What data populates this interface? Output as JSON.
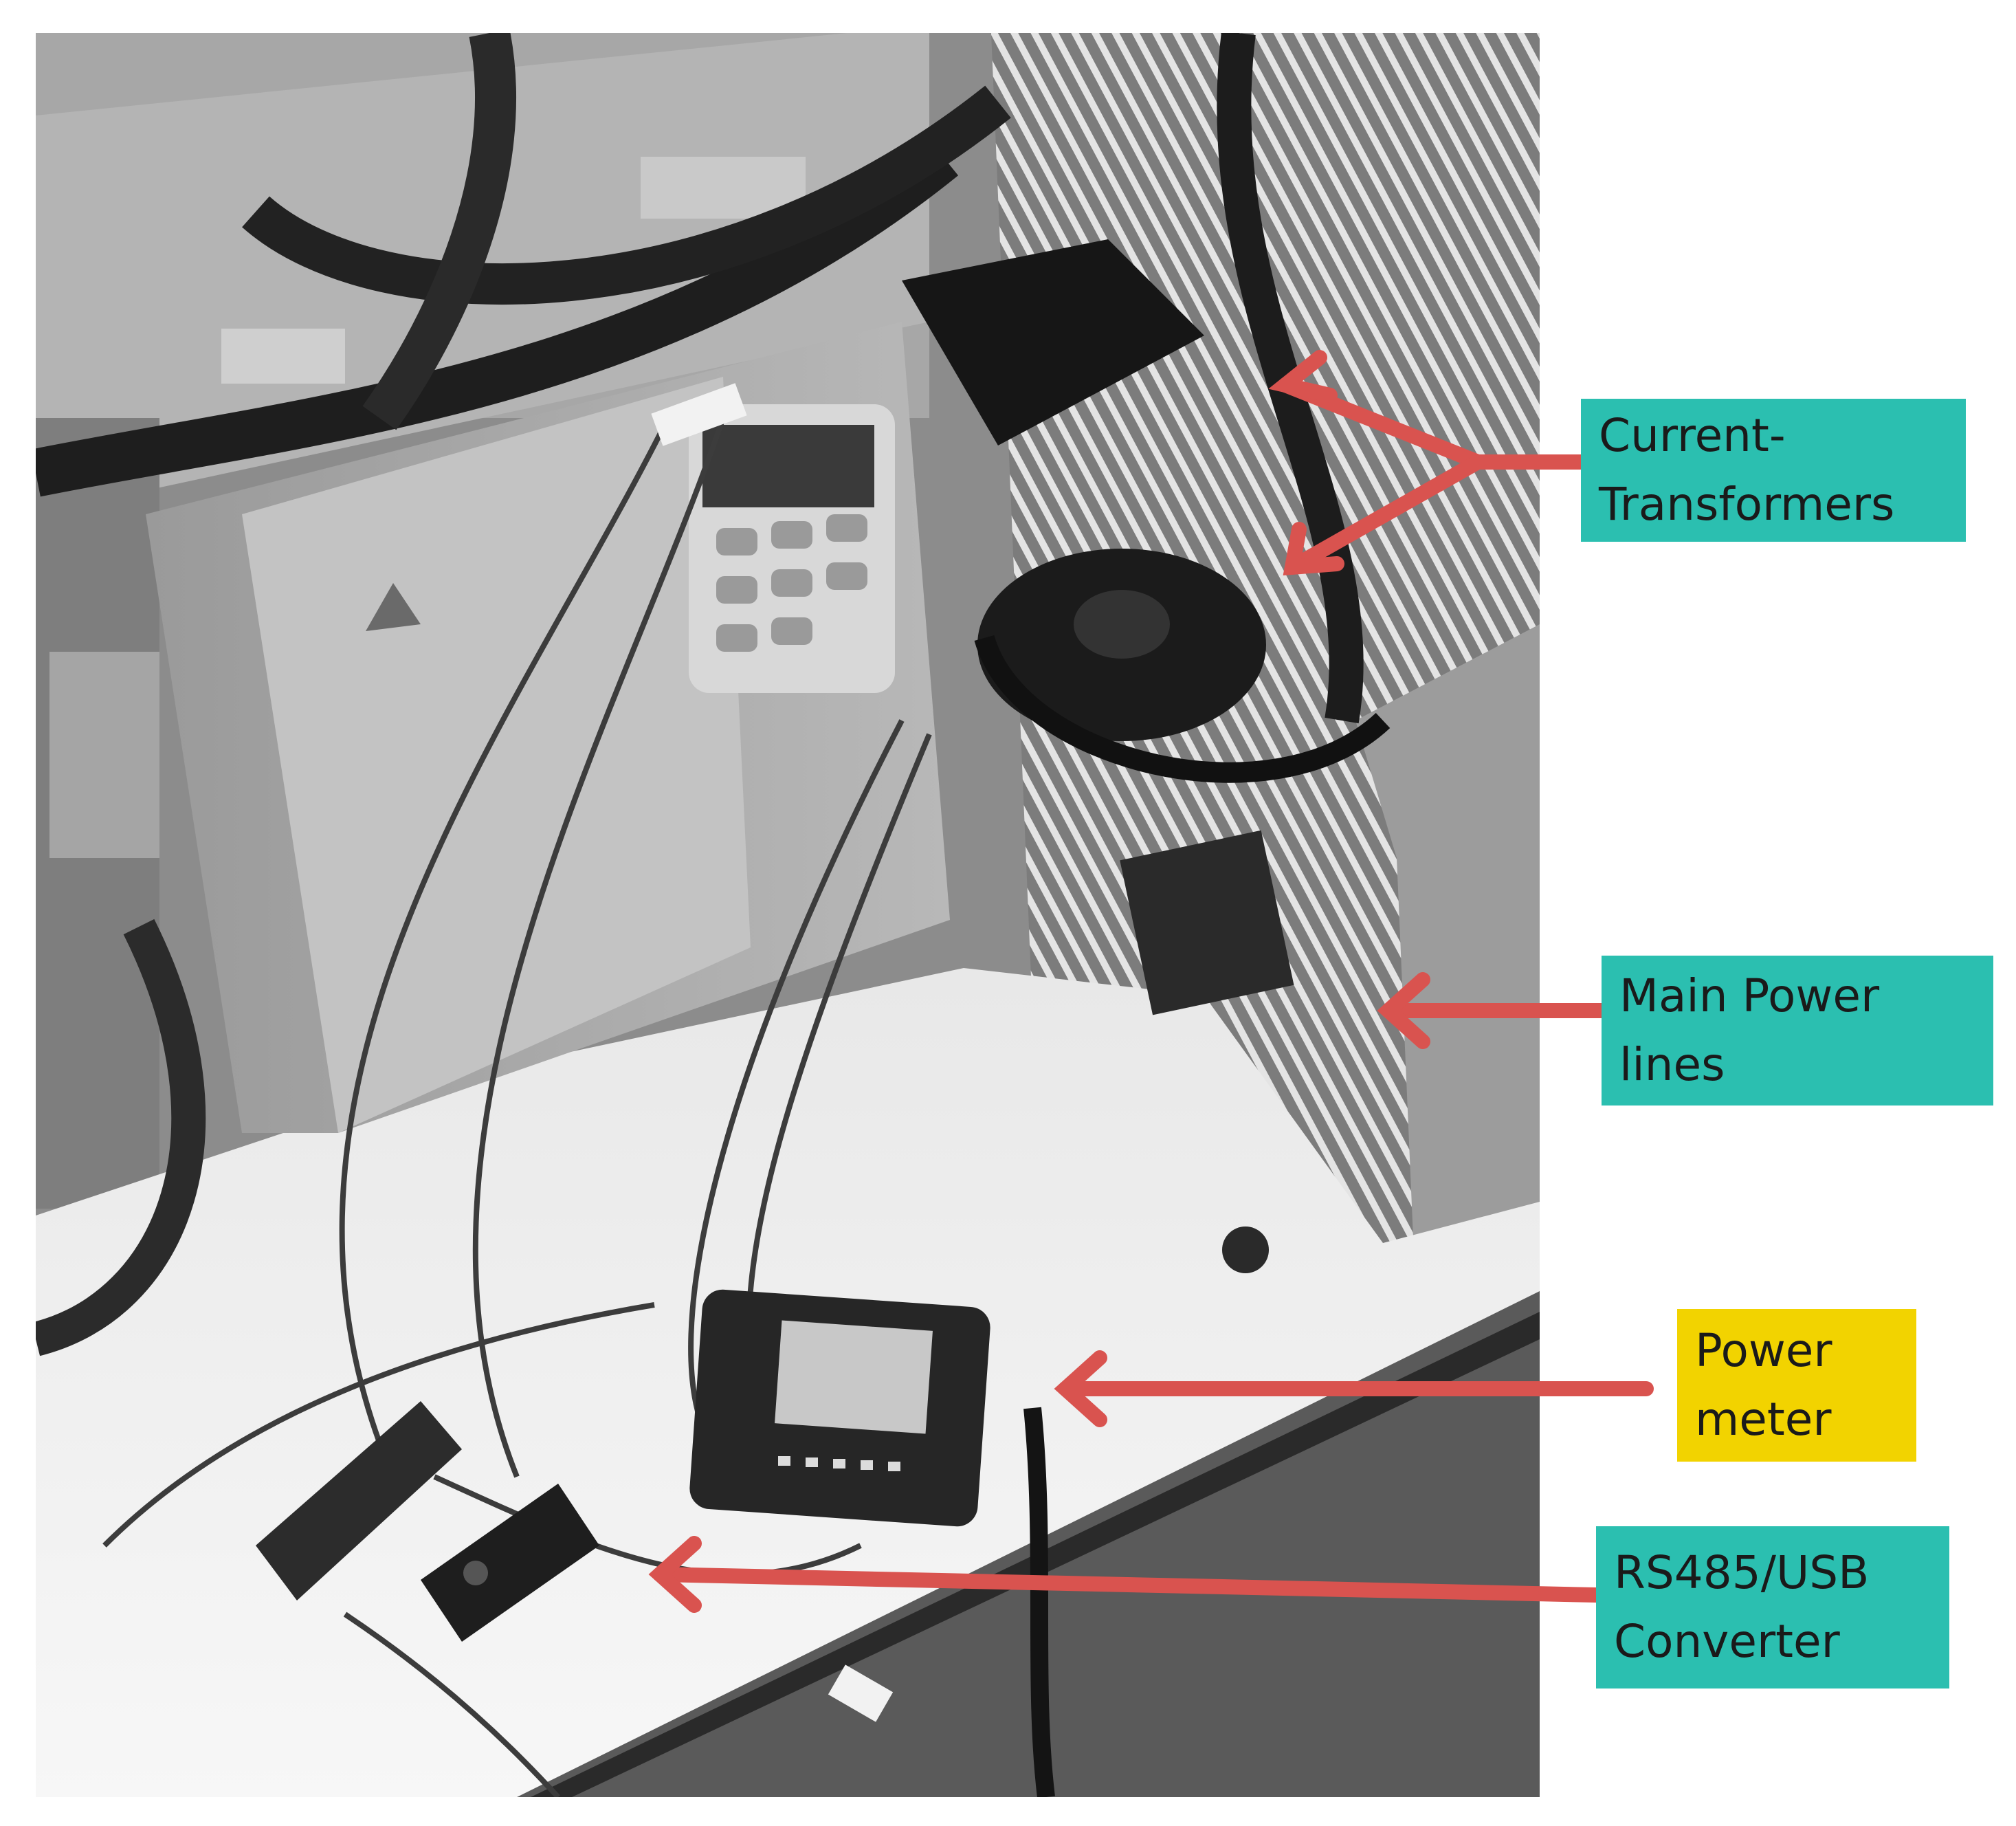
{
  "colors": {
    "label_teal": "#2bbfb0",
    "label_yellow": "#f2d300",
    "arrow_red": "#d9534f"
  },
  "labels": {
    "current_transformers": "Current-\nTransformers",
    "main_power_lines": "Main Power\nlines",
    "power_meter": "Power\nmeter",
    "rs485_converter": "RS485/USB\nConverter"
  }
}
